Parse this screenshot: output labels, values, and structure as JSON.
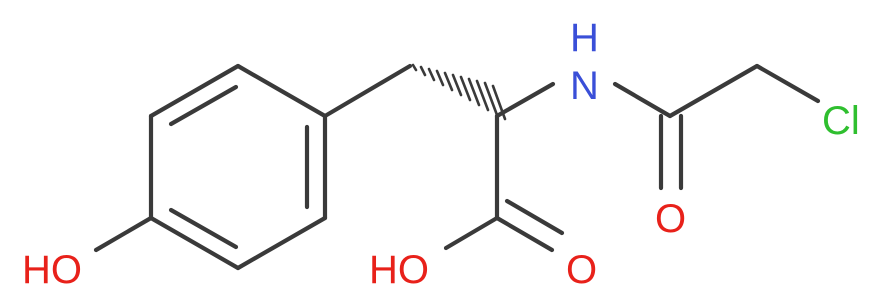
{
  "colors": {
    "bond": "#3a3a3a",
    "carbon": "#3a3a3a",
    "oxygen": "#e8211a",
    "nitrogen": "#3a4fd8",
    "chlorine": "#2fbf2f"
  },
  "atoms": {
    "ho_phenol": "HO",
    "ho_acid": "HO",
    "o_acid": "O",
    "nh": "H",
    "n": "N",
    "o_amide": "O",
    "cl": "Cl"
  }
}
